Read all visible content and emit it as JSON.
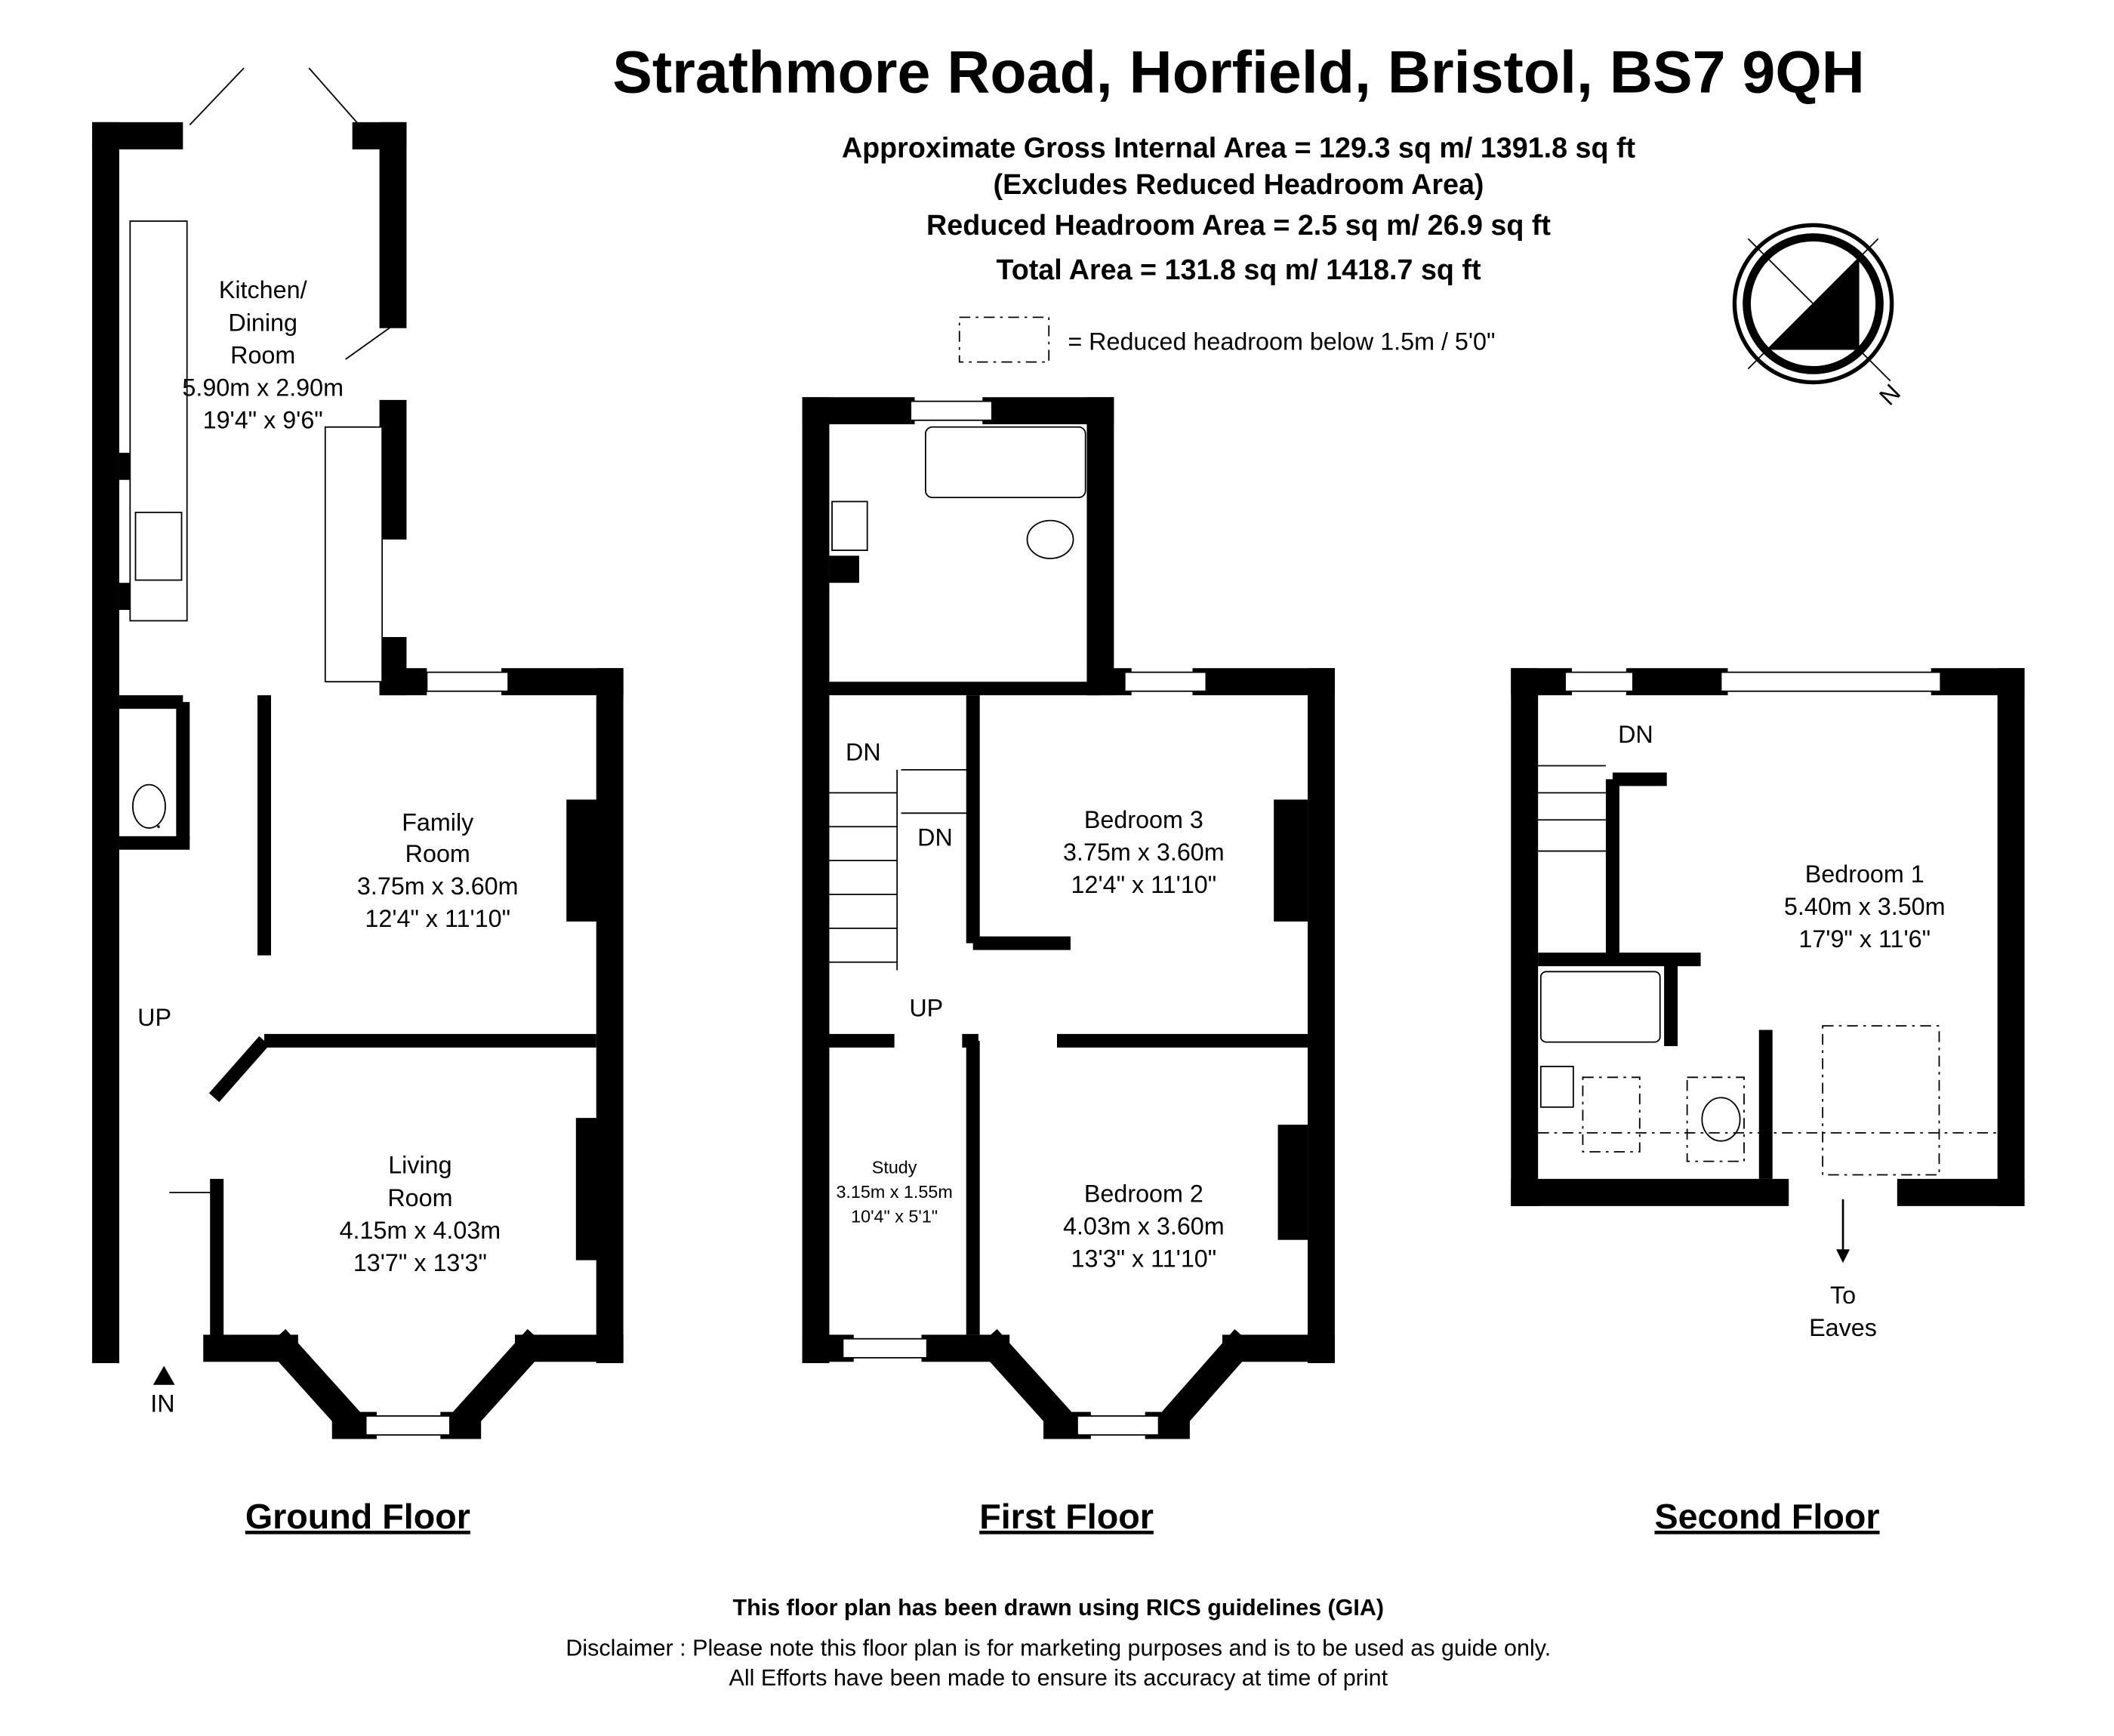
{
  "header": {
    "title": "Strathmore Road, Horfield, Bristol, BS7 9QH",
    "gross_area": "Approximate Gross Internal Area = 129.3 sq m/ 1391.8 sq ft",
    "excludes_note": "(Excludes Reduced Headroom Area)",
    "reduced_area": "Reduced Headroom Area = 2.5 sq m/ 26.9 sq ft",
    "total_area": "Total Area = 131.8 sq m/ 1418.7 sq ft",
    "legend_label": "= Reduced headroom below 1.5m / 5'0\""
  },
  "compass": {
    "label": "N"
  },
  "ground_floor": {
    "label": "Ground Floor",
    "entrance": "IN",
    "stairs": "UP",
    "rooms": [
      {
        "name": [
          "Kitchen/",
          "Dining",
          "Room"
        ],
        "metric": "5.90m x 2.90m",
        "imperial": "19'4\" x 9'6\""
      },
      {
        "name": [
          "Family",
          "Room"
        ],
        "metric": "3.75m x 3.60m",
        "imperial": "12'4\" x 11'10\""
      },
      {
        "name": [
          "Living",
          "Room"
        ],
        "metric": "4.15m x 4.03m",
        "imperial": "13'7\" x 13'3\""
      }
    ]
  },
  "first_floor": {
    "label": "First Floor",
    "dn1": "DN",
    "dn2": "DN",
    "up": "UP",
    "rooms": [
      {
        "name": [
          "Bedroom 3"
        ],
        "metric": "3.75m x 3.60m",
        "imperial": "12'4\" x 11'10\""
      },
      {
        "name": [
          "Study"
        ],
        "metric": "3.15m x 1.55m",
        "imperial": "10'4\" x 5'1\""
      },
      {
        "name": [
          "Bedroom 2"
        ],
        "metric": "4.03m x 3.60m",
        "imperial": "13'3\" x 11'10\""
      }
    ]
  },
  "second_floor": {
    "label": "Second Floor",
    "dn": "DN",
    "eaves": [
      "To",
      "Eaves"
    ],
    "rooms": [
      {
        "name": [
          "Bedroom 1"
        ],
        "metric": "5.40m x 3.50m",
        "imperial": "17'9\" x 11'6\""
      }
    ]
  },
  "footer": {
    "rics": "This floor plan has been drawn using RICS guidelines (GIA)",
    "disclaimer_1": "Disclaimer : Please note this floor plan is for marketing purposes and is to be used as guide only.",
    "disclaimer_2": "All Efforts have been made to ensure its accuracy at time of print"
  }
}
